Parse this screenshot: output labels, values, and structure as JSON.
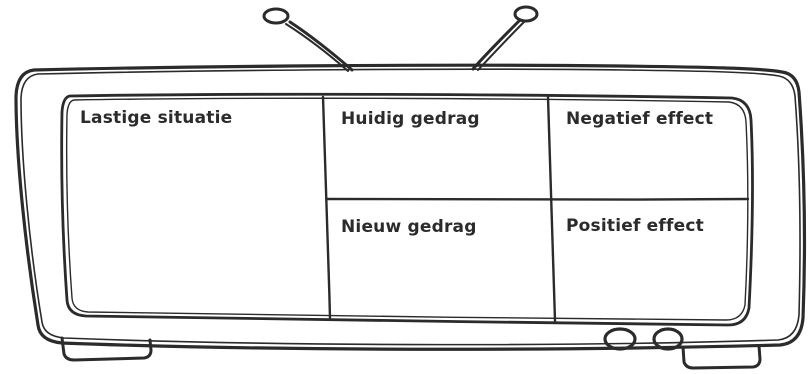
{
  "grid": {
    "cells": {
      "difficult_situation": "Lastige situatie",
      "current_behavior": "Huidig gedrag",
      "negative_effect": "Negatief effect",
      "new_behavior": "Nieuw gedrag",
      "positive_effect": "Positief effect"
    }
  },
  "style": {
    "line_color": "#2b2b2b",
    "background": "#ffffff"
  }
}
